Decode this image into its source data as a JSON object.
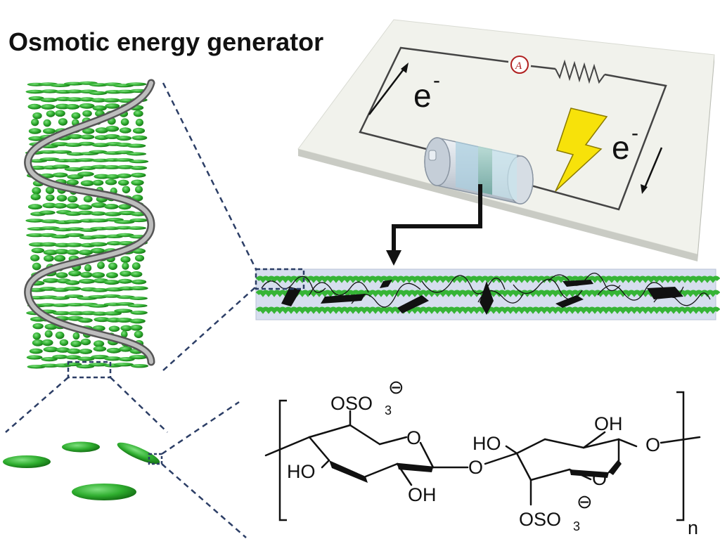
{
  "title": "Osmotic energy generator",
  "circuit": {
    "electron_left": "e",
    "electron_right": "e",
    "electron_charge": "-",
    "ammeter_symbol": "A"
  },
  "polymer": {
    "group_top": "OSO",
    "group_top_sub": "3",
    "group_bottom": "OSO",
    "group_bottom_sub": "3",
    "charge_symbol": "⊖",
    "ho_left": "HO",
    "oh_bottom": "OH",
    "oh_top_right": "OH",
    "ho_mid": "HO",
    "ring_o_1": "O",
    "ring_o_2": "O",
    "bridge_o": "O",
    "link_o": "O",
    "repeat_n": "n"
  },
  "colors": {
    "fiber_green": "#2fae2f",
    "fiber_dark": "#1a7a1a",
    "membrane_bg": "#d3dced",
    "dash_navy": "#2c3e66",
    "bolt_yellow": "#f7e20a",
    "board": "#eceee6"
  }
}
